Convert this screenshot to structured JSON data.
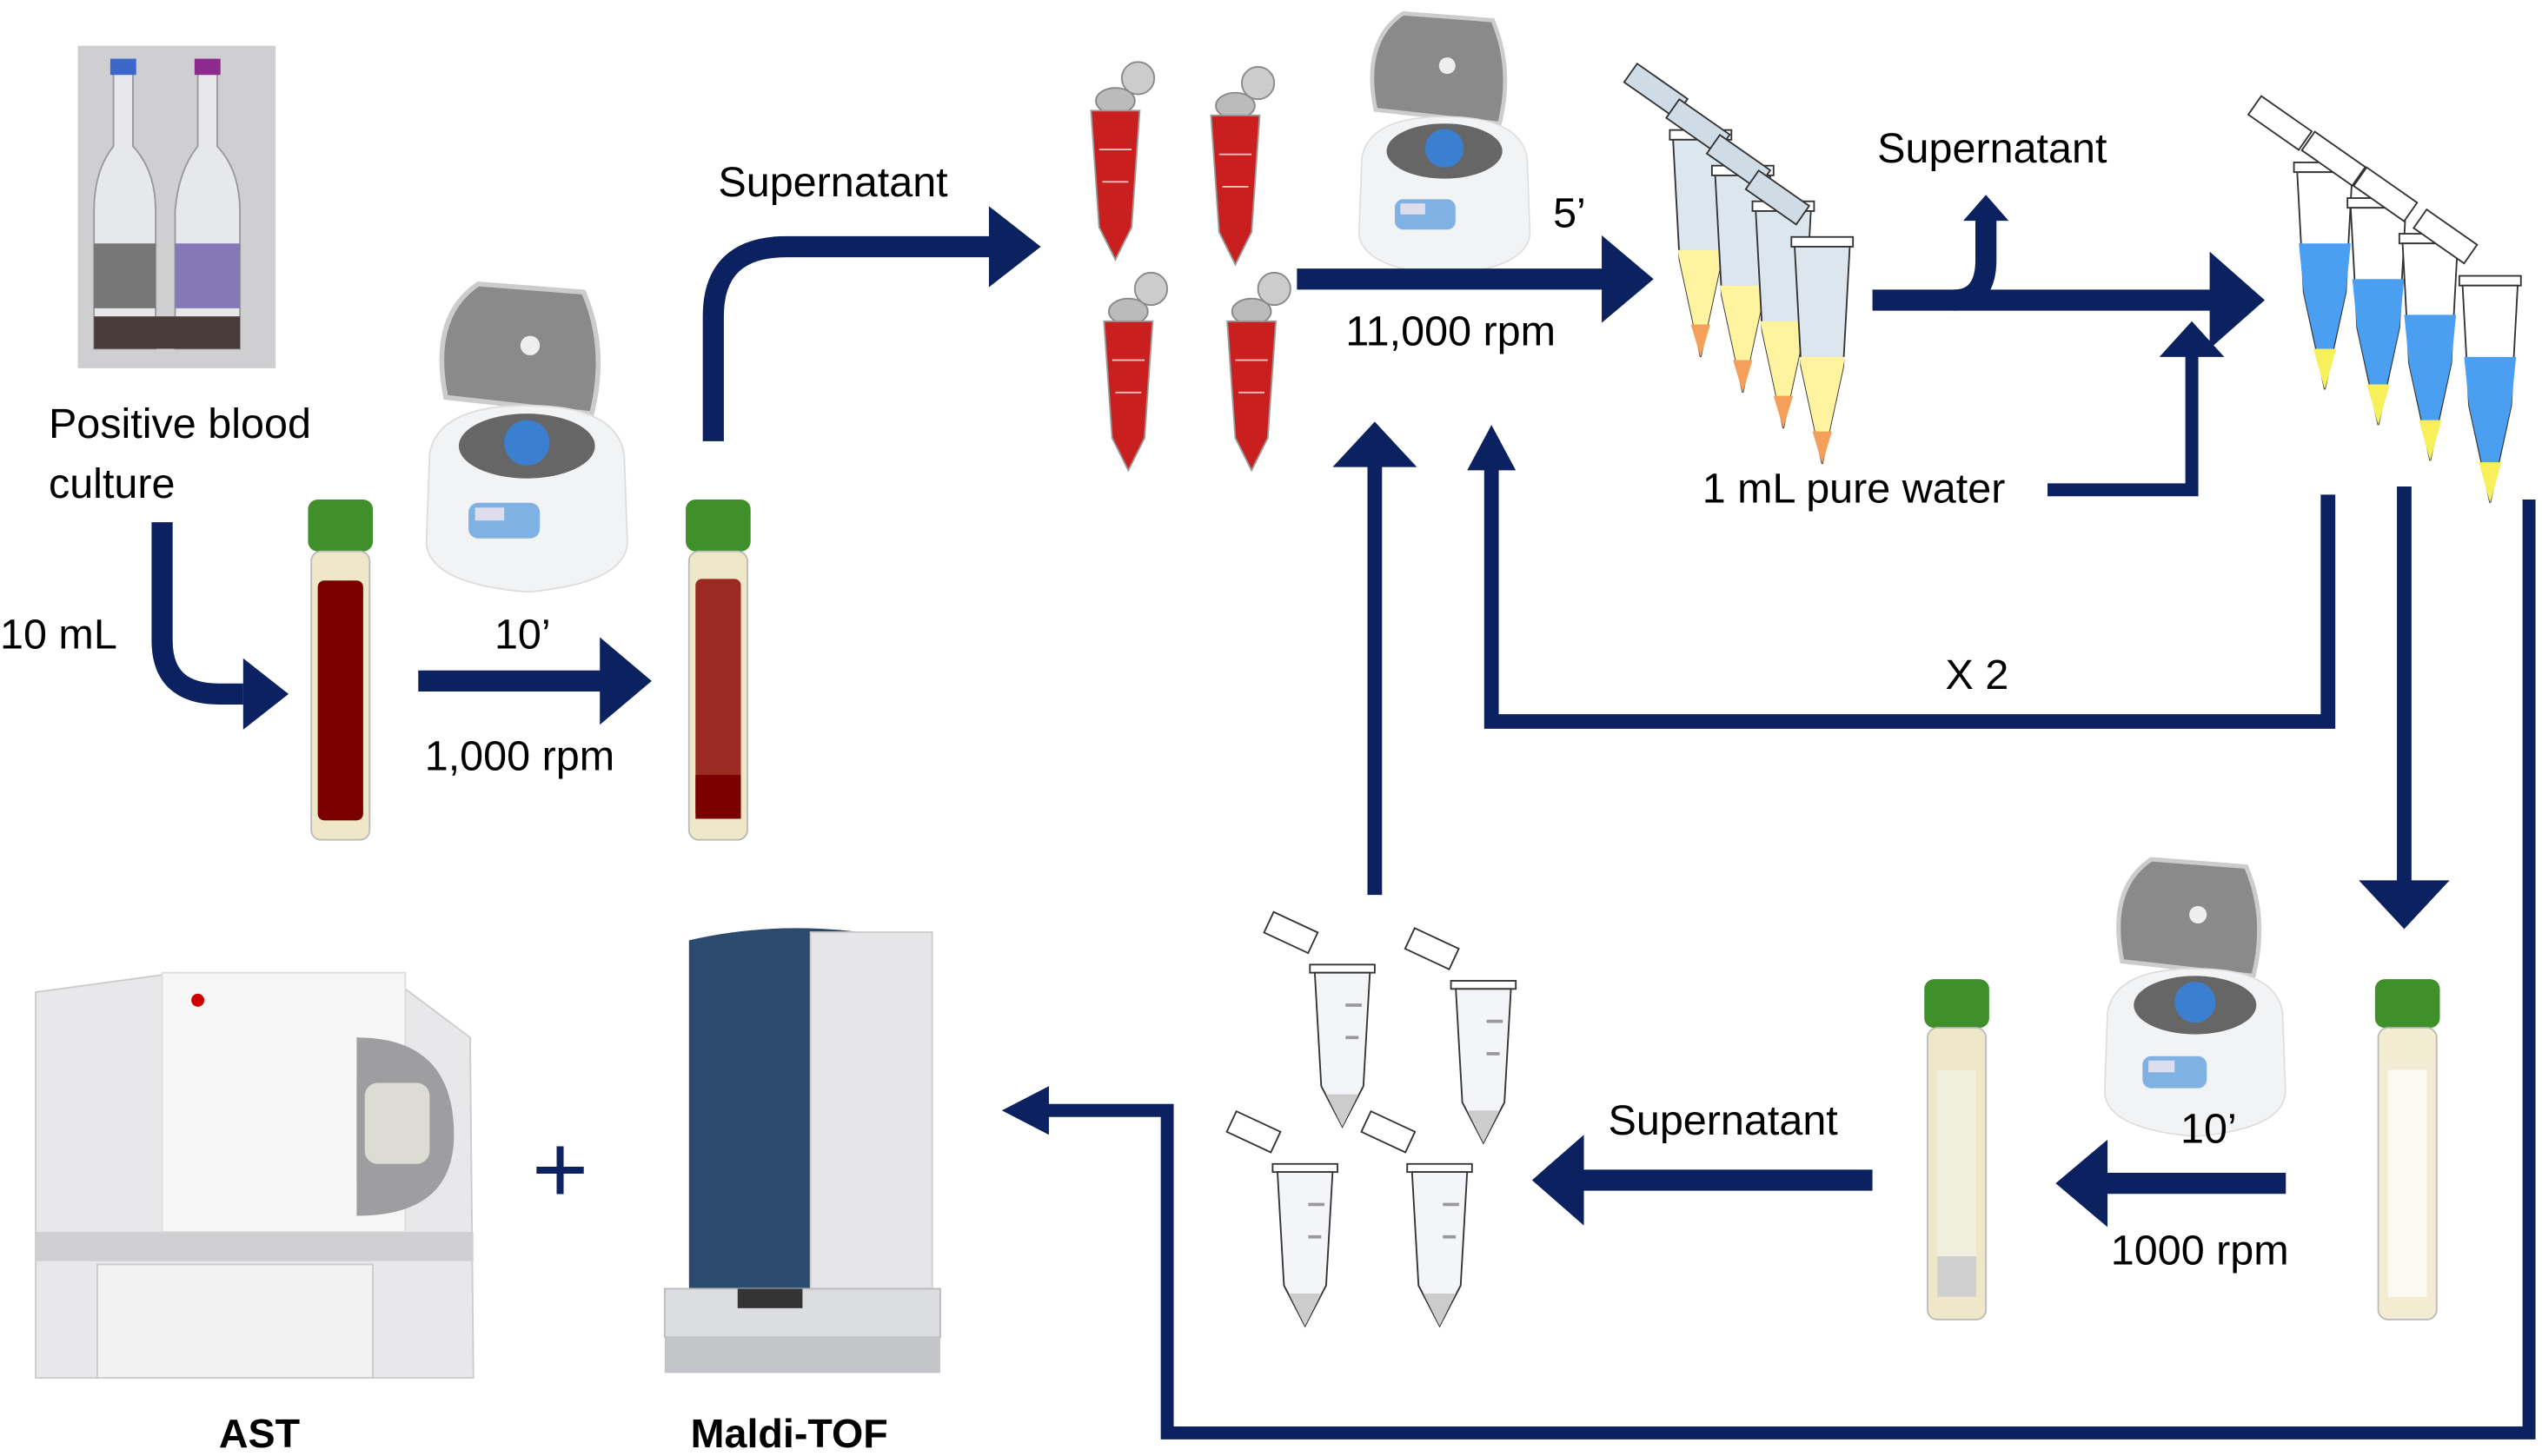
{
  "colors": {
    "arrow": "#0c2260",
    "blood": "#7a0000",
    "tube_cap": "#3f8f2a",
    "supernatant_yellow": "#fff3a0",
    "water_blue": "#4a9ff0"
  },
  "labels": {
    "positive_blood_line1": "Positive blood",
    "positive_blood_line2": "culture",
    "volume": "10 mL",
    "spin1_time": "10’",
    "spin1_speed": "1,000 rpm",
    "supernatant_1": "Supernatant",
    "spin2_time": "5’",
    "spin2_speed": "11,000 rpm",
    "supernatant_2": "Supernatant",
    "water": "1 mL pure water",
    "repeat": "X 2",
    "spin3_time": "10’",
    "spin3_speed": "1000 rpm",
    "supernatant_3": "Supernatant",
    "plus": "+",
    "ast": "AST",
    "maldi": "Maldi-TOF"
  }
}
